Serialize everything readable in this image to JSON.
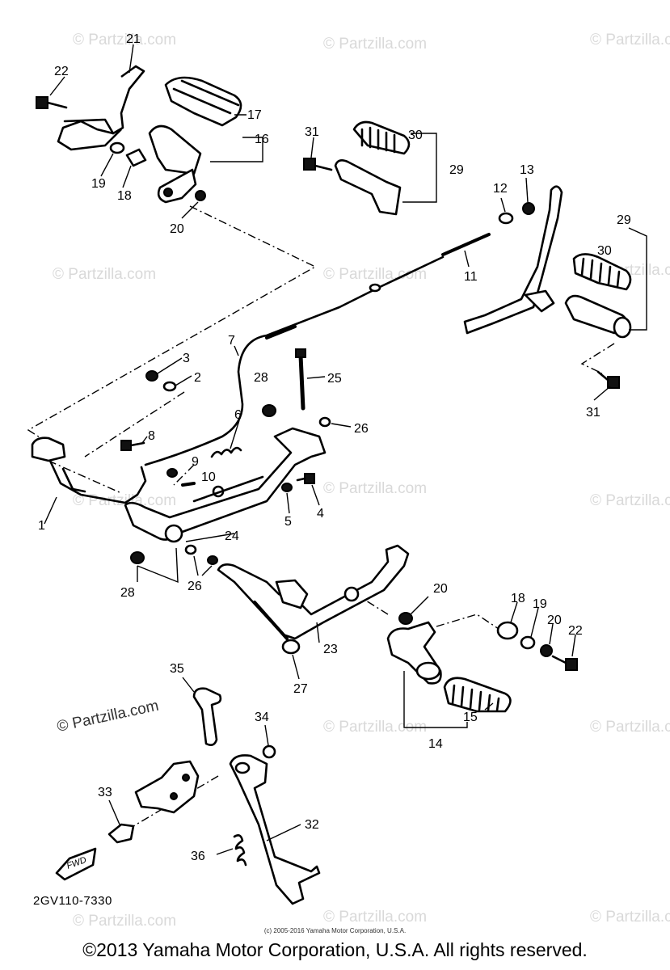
{
  "diagram": {
    "watermark": "© Partzilla.com",
    "callouts": [
      "1",
      "2",
      "3",
      "4",
      "5",
      "6",
      "7",
      "8",
      "9",
      "10",
      "11",
      "12",
      "13",
      "14",
      "15",
      "16",
      "17",
      "18",
      "19",
      "20",
      "21",
      "22",
      "23",
      "24",
      "25",
      "26",
      "27",
      "28",
      "29",
      "30",
      "31",
      "32",
      "33",
      "34",
      "35",
      "36"
    ],
    "fwd_label": "FWD",
    "code": "2GV110-7330",
    "small_copyright": "(c) 2005-2016 Yamaha Motor Corporation, U.S.A.",
    "copyright": "©2013 Yamaha Motor Corporation, U.S.A. All rights reserved."
  }
}
